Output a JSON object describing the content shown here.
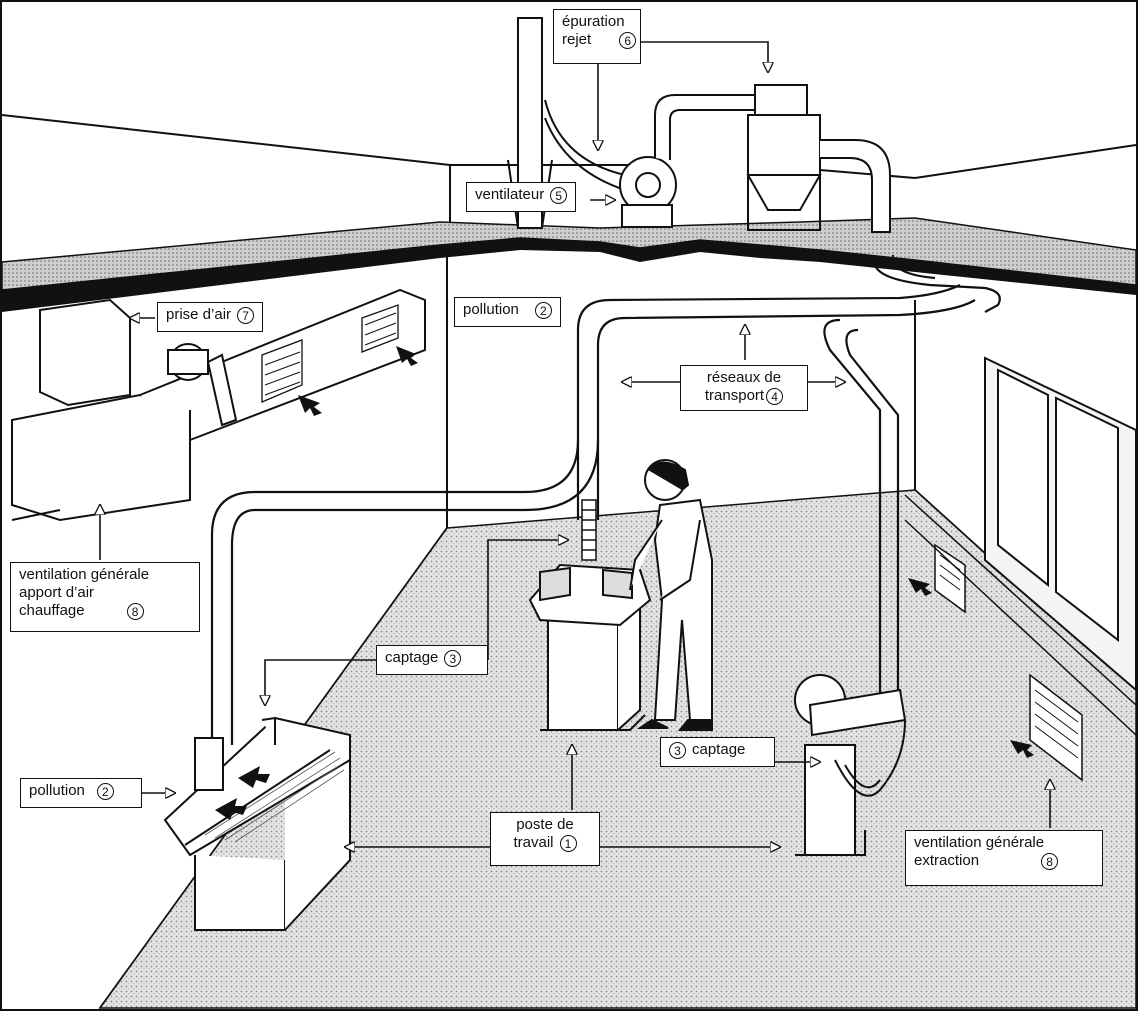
{
  "labels": {
    "epuration": {
      "line1": "épuration",
      "line2": "rejet",
      "num": "6"
    },
    "ventilateur": {
      "text": "ventilateur",
      "num": "5"
    },
    "prise_air": {
      "text": "prise d’air",
      "num": "7"
    },
    "pollution_top": {
      "text": "pollution",
      "num": "2"
    },
    "reseaux": {
      "line1": "réseaux de",
      "line2": "transport",
      "num": "4"
    },
    "ventilation_apport": {
      "line1": "ventilation générale",
      "line2": "apport d’air",
      "line3": "chauffage",
      "num": "8"
    },
    "captage_left": {
      "text": "captage",
      "num": "3"
    },
    "captage_right": {
      "text": "captage",
      "num": "3"
    },
    "pollution_bottom": {
      "text": "pollution",
      "num": "2"
    },
    "poste": {
      "line1": "poste de",
      "line2": "travail",
      "num": "1"
    },
    "ventilation_extraction": {
      "line1": "ventilation générale",
      "line2": "extraction",
      "num": "8"
    }
  },
  "colors": {
    "ink": "#111111",
    "floor": "#d9d9d9",
    "paper": "#ffffff"
  }
}
